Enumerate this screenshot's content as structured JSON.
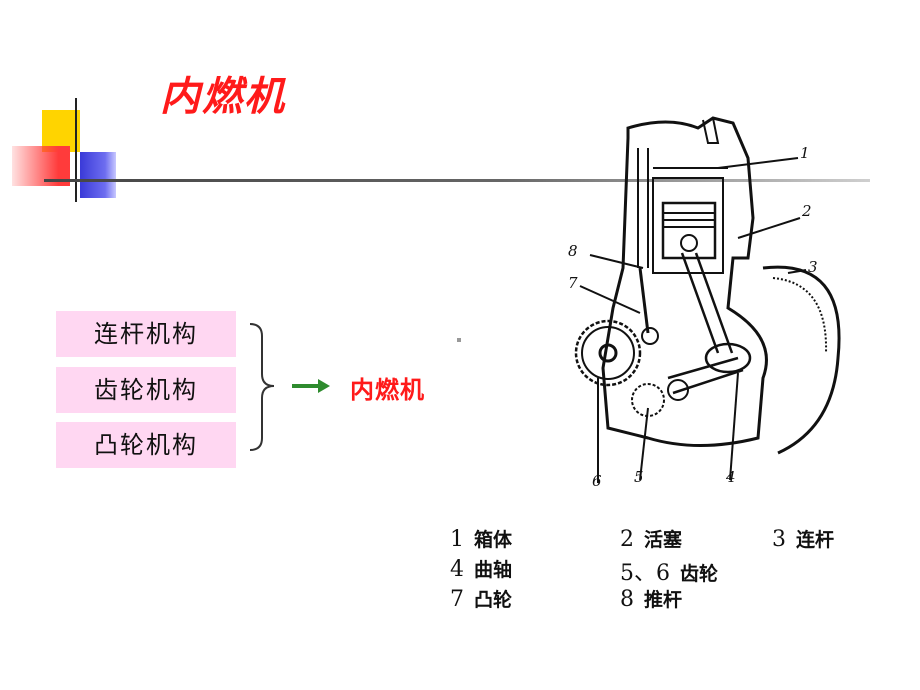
{
  "title": "内燃机",
  "mechanisms": [
    "连杆机构",
    "齿轮机构",
    "凸轮机构"
  ],
  "result": "内燃机",
  "diagram_labels": [
    "1",
    "2",
    "3",
    "4",
    "5",
    "6",
    "7",
    "8"
  ],
  "legend": [
    [
      {
        "num": "1",
        "label": "箱体"
      },
      {
        "num": "2",
        "label": "活塞"
      },
      {
        "num": "3",
        "label": "连杆"
      }
    ],
    [
      {
        "num": "4",
        "label": "曲轴"
      },
      {
        "num": "5、6",
        "label": "齿轮"
      },
      null
    ],
    [
      {
        "num": "7",
        "label": "凸轮"
      },
      {
        "num": "8",
        "label": "推杆"
      },
      null
    ]
  ],
  "colors": {
    "title": "#ff1a1a",
    "box_bg": "#ffd7f2",
    "arrow": "#2e8b2e"
  }
}
